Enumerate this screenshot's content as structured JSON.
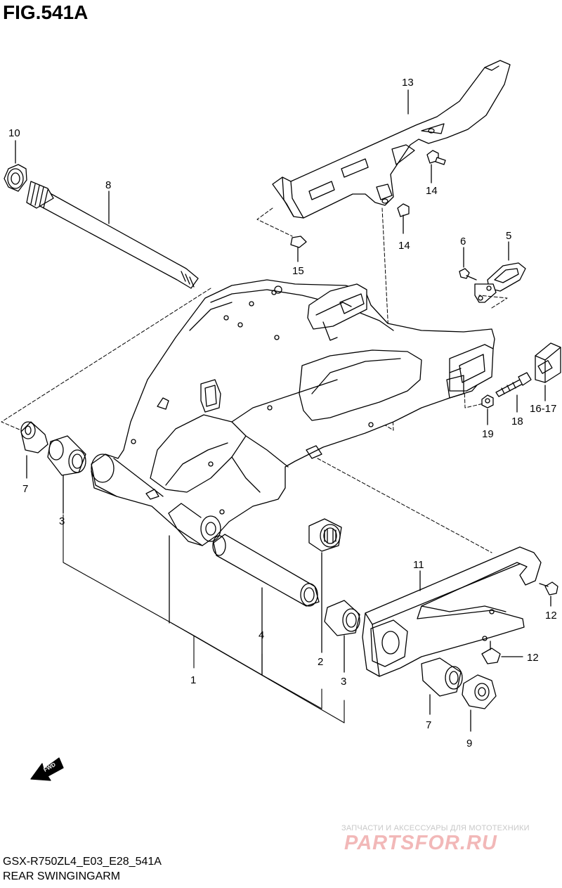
{
  "figure": {
    "title": "FIG.541A",
    "model_code": "GSX-R750ZL4_E03_E28_541A",
    "caption": "REAR SWINGINGARM"
  },
  "fwd_badge": "FWD",
  "watermark": {
    "tagline": "ЗАПЧАСТИ И АКСЕССУАРЫ ДЛЯ МОТОТЕХНИКИ",
    "logo": "PARTSFOR.RU"
  },
  "callouts": {
    "n1": "1",
    "n2": "2",
    "n3a": "3",
    "n3b": "3",
    "n4": "4",
    "n5": "5",
    "n6": "6",
    "n7a": "7",
    "n7b": "7",
    "n8": "8",
    "n9": "9",
    "n10": "10",
    "n11": "11",
    "n12a": "12",
    "n12b": "12",
    "n13": "13",
    "n14a": "14",
    "n14b": "14",
    "n15": "15",
    "n1617": "16-17",
    "n18": "18",
    "n19": "19"
  },
  "colors": {
    "line": "#000000",
    "watermark_logo": "#f2b8b8",
    "watermark_text": "#c8c8c8"
  }
}
